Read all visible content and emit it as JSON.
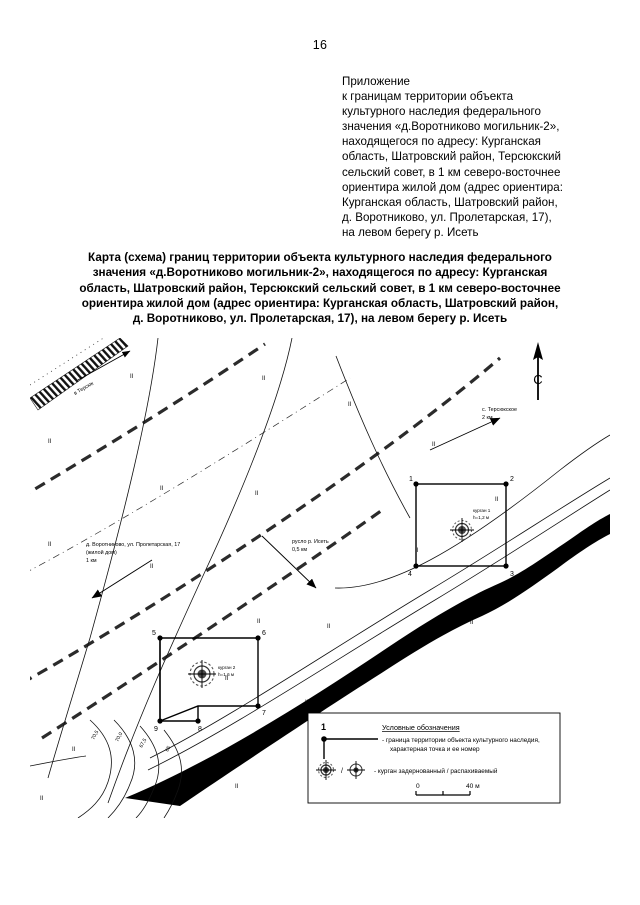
{
  "page": {
    "number": "16"
  },
  "appendix": {
    "lines": [
      "Приложение",
      "к границам территории объекта",
      "культурного наследия федерального",
      "значения «д.Воротниково могильник-2»,",
      "находящегося по адресу: Курганская",
      "область, Шатровский район, Терсюкский",
      "сельский совет, в 1 км северо-восточнее",
      "ориентира жилой дом (адрес ориентира:",
      "Курганская область, Шатровский район,",
      "д. Воротниково, ул. Пролетарская, 17),",
      "на левом берегу р. Исеть"
    ]
  },
  "title": {
    "lines": [
      "Карта (схема) границ территории объекта культурного наследия федерального",
      "значения «д.Воротниково могильник-2», находящегося по адресу: Курганская",
      "область, Шатровский район, Терсюкский сельский совет, в 1 км северо-восточнее",
      "ориентира жилой дом (адрес ориентира: Курганская область, Шатровский район,",
      "д. Воротниково, ул. Пролетарская, 17), на левом берегу р. Исеть"
    ]
  },
  "map": {
    "compass": {
      "label": "С"
    },
    "annotations": {
      "road_top_left": "в Терсюк",
      "village_terсyukskoe": [
        "с. Терсюкское",
        "2 км"
      ],
      "village_vorotnikovo": [
        "д. Воротниково, ул. Пролетарская, 17",
        "(жилой дом)",
        "1 км"
      ],
      "river_iset": [
        "русло р. Исеть",
        "0,5 км"
      ]
    },
    "kurgans": [
      {
        "name": "курган 1",
        "height": "h=1,2 м"
      },
      {
        "name": "курган 2",
        "height": "h=1,6 м"
      }
    ],
    "boundary_points": [
      "1",
      "2",
      "3",
      "4",
      "5",
      "6",
      "7",
      "8",
      "9"
    ],
    "contours": [
      "70,5",
      "70,0",
      "67,5",
      "65"
    ]
  },
  "legend": {
    "title": "Условные обозначения",
    "point_number": "1",
    "items": [
      "- граница территории объекта культурного наследия,",
      "характерная точка и ее номер",
      "- курган задернованный / распахиваемый"
    ],
    "scale": {
      "from": "0",
      "to": "40 м"
    }
  },
  "colors": {
    "ink": "#000000",
    "paper": "#ffffff",
    "grey": "#6a6a6a"
  }
}
